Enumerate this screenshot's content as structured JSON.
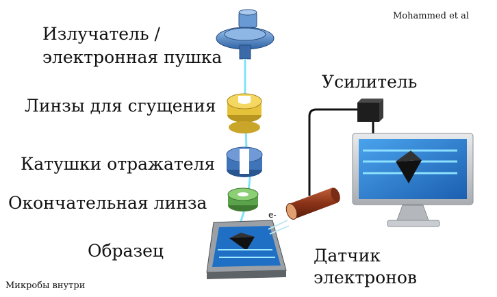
{
  "labels": {
    "emitter": [
      "Излучатель /",
      "электронная пушка"
    ],
    "condenser": "Линзы для сгущения",
    "deflector": "Катушки отражателя",
    "objective": "Окончательная линза",
    "specimen": "Образец",
    "amplifier": "Усилитель",
    "detector": [
      "Датчик",
      "электронов"
    ],
    "electron_symbol": "e-"
  },
  "credit": "Mohammed et al",
  "caption": "Микробы внутри",
  "colors": {
    "beam": "#7fe3f7",
    "gun": "#4f88c8",
    "condenser": "#e6c23a",
    "deflector": "#3f74b8",
    "objective": "#5aa34a",
    "detector": "#9a3b1e",
    "screen": "#2d7fd3",
    "monitor": "#cfd2d6",
    "cable": "#111111"
  }
}
